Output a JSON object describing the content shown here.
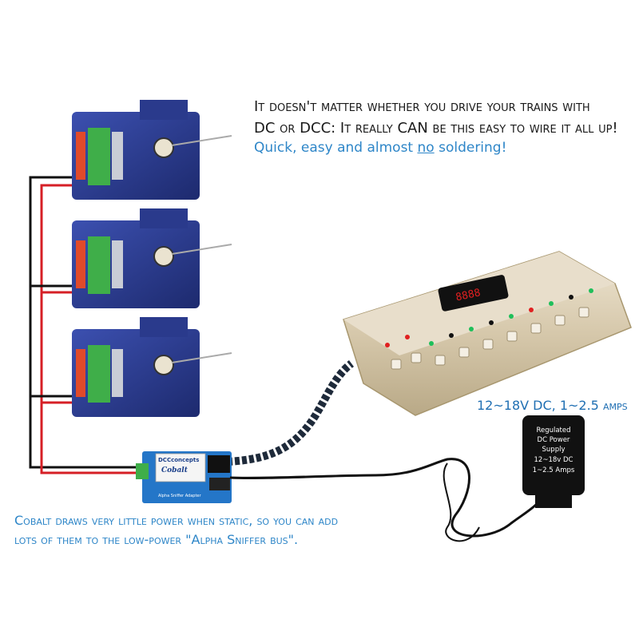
{
  "headline": {
    "line1": "It doesn't matter whether you drive your trains with",
    "line2": "DC or DCC: It really CAN be this easy to wire it all up!"
  },
  "subline": {
    "before": "Quick, easy and almost ",
    "emphasis": "no",
    "after": " soldering!"
  },
  "psu_spec": "12~18V DC, 1~2.5 amps",
  "psu_label": [
    "Regulated",
    "DC Power",
    "Supply",
    "12~18v DC",
    "1~2.5 Amps"
  ],
  "cobalt_board": {
    "brand": "DCCconcepts",
    "name": "Cobalt",
    "subtitle": "Alpha Sniffer Adapter"
  },
  "footer": {
    "line1": "Cobalt draws very little power when static, so you can add",
    "line2": "lots of them to the low-power \"Alpha Sniffer bus\"."
  },
  "colors": {
    "text_dark": "#1a1a1a",
    "accent_blue": "#2e86c8",
    "motor_blue": "#2a3a8c",
    "terminal_green": "#3fae49",
    "controller_gold": "#d8cbb0",
    "wire_red": "#d61f26",
    "wire_black": "#111111"
  }
}
